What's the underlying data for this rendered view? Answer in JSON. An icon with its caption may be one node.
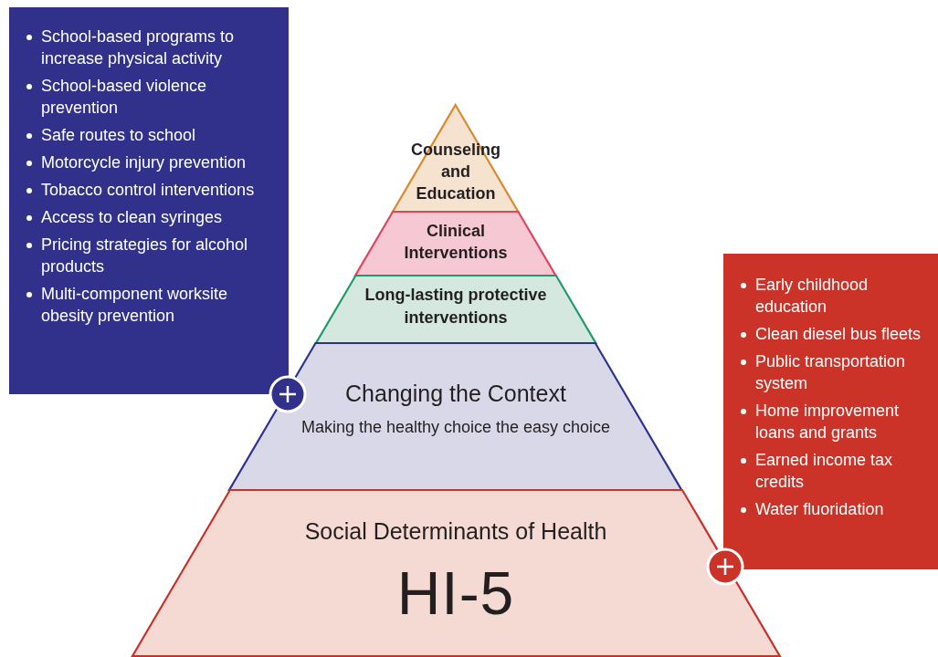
{
  "diagram": {
    "nodes": [
      {
        "text": [
          "Counseling and Education"
        ]
      },
      {
        "text": [
          "Clinical Interventions"
        ]
      },
      {
        "text": [
          "Long-lasting protective interventions"
        ]
      },
      {
        "text": [
          "Changing the Context",
          "Making the healthy choice the easy choice"
        ]
      },
      {
        "text": [
          "Social Determinants of Health",
          "HI-5"
        ]
      },
      {
        "text": [
          "School-based programs to increase physical activity",
          "School-based violence prevention",
          "Safe routes to school",
          "Motorcycle injury prevention",
          "Tobacco control interventions",
          "Access to clean syringes",
          "Pricing strategies for alcohol products",
          "Multi-component worksite obesity prevention"
        ]
      },
      {
        "text": [
          "Early childhood education",
          "Clean diesel bus fleets",
          "Public transportation system",
          "Home improvement loans and grants",
          "Earned income tax credits",
          "Water fluoridation"
        ]
      }
    ]
  }
}
